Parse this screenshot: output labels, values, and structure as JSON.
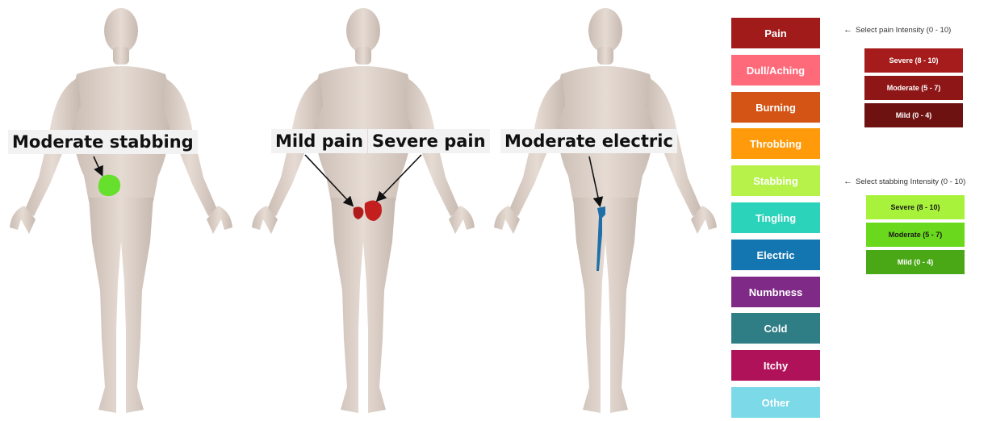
{
  "callouts": {
    "fig1": "Moderate stabbing",
    "fig2_left": "Mild pain",
    "fig2_right": "Severe pain",
    "fig3": "Moderate electric"
  },
  "marks": {
    "fig1": {
      "type": "stabbing",
      "color": "#66e02c"
    },
    "fig2a": {
      "type": "pain",
      "color": "#b01c1c"
    },
    "fig2b": {
      "type": "pain",
      "color": "#c41f1f"
    },
    "fig3": {
      "type": "electric",
      "color": "#1f6fa8"
    }
  },
  "pain_types": [
    {
      "label": "Pain",
      "color": "#a11b1b"
    },
    {
      "label": "Dull/Aching",
      "color": "#ff6a7a"
    },
    {
      "label": "Burning",
      "color": "#d35415"
    },
    {
      "label": "Throbbing",
      "color": "#ff9a0a"
    },
    {
      "label": "Stabbing",
      "color": "#b7f24a"
    },
    {
      "label": "Tingling",
      "color": "#2ad3b9"
    },
    {
      "label": "Electric",
      "color": "#1476b0"
    },
    {
      "label": "Numbness",
      "color": "#7f2a86"
    },
    {
      "label": "Cold",
      "color": "#2f7d85"
    },
    {
      "label": "Itchy",
      "color": "#b0125a"
    },
    {
      "label": "Other",
      "color": "#7bd9e8"
    }
  ],
  "pain_intensity": {
    "prompt": "Select pain Intensity (0 - 10)",
    "levels": [
      {
        "label": "Severe (8 - 10)",
        "color": "#a61b1b"
      },
      {
        "label": "Moderate (5 - 7)",
        "color": "#8e1616"
      },
      {
        "label": "Mild (0 - 4)",
        "color": "#6e1111"
      }
    ]
  },
  "stabbing_intensity": {
    "prompt": "Select stabbing Intensity (0 - 10)",
    "levels": [
      {
        "label": "Severe (8 - 10)",
        "color": "#a8f23c"
      },
      {
        "label": "Moderate (5 - 7)",
        "color": "#6ad81c"
      },
      {
        "label": "Mild (0 - 4)",
        "color": "#4aa716"
      }
    ]
  }
}
